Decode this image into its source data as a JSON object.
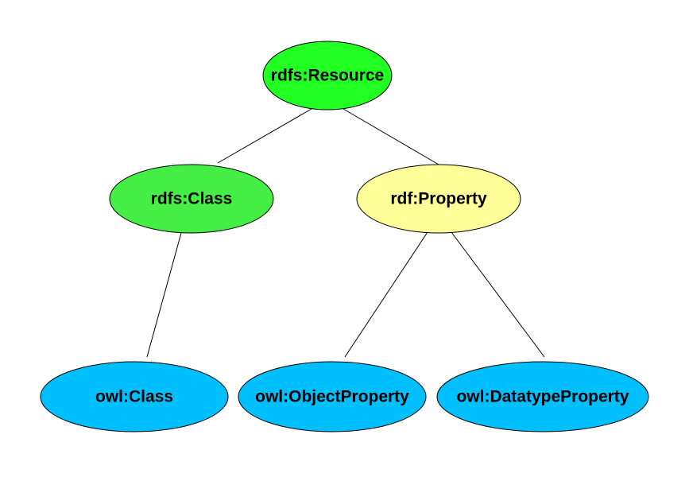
{
  "nodes": {
    "rdfs_resource": {
      "label": "rdfs:Resource",
      "color": "#22ff22"
    },
    "rdfs_class": {
      "label": "rdfs:Class",
      "color": "#44ee44"
    },
    "rdf_property": {
      "label": "rdf:Property",
      "color": "#ffff99"
    },
    "owl_class": {
      "label": "owl:Class",
      "color": "#00bfff"
    },
    "owl_objectproperty": {
      "label": "owl:ObjectProperty",
      "color": "#00bfff"
    },
    "owl_datatypeproperty": {
      "label": "owl:DatatypeProperty",
      "color": "#00bfff"
    }
  },
  "edges": [
    {
      "from": "rdfs:Resource",
      "to": "rdfs:Class"
    },
    {
      "from": "rdfs:Resource",
      "to": "rdf:Property"
    },
    {
      "from": "rdfs:Class",
      "to": "owl:Class"
    },
    {
      "from": "rdf:Property",
      "to": "owl:ObjectProperty"
    },
    {
      "from": "rdf:Property",
      "to": "owl:DatatypeProperty"
    }
  ]
}
